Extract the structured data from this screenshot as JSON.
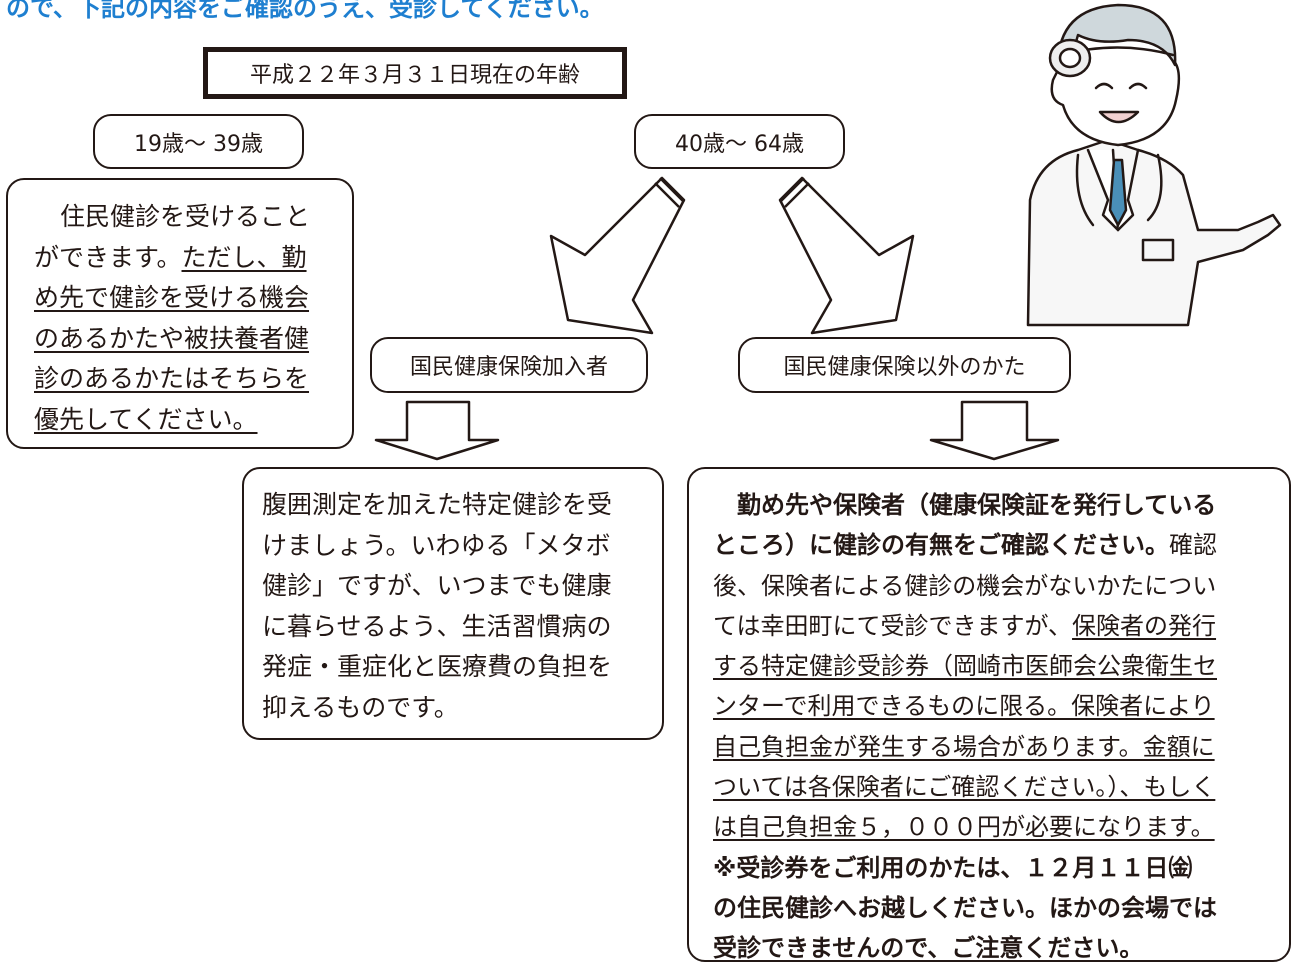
{
  "header": {
    "text": "ので、下記の内容をご確認のうえ、受診してください。"
  },
  "reference_date": "平成２２年３月３１日現在の年齢",
  "age_groups": {
    "young": "19歳～ 39歳",
    "senior": "40歳～ 64歳"
  },
  "young_note": {
    "l1": "住民健診を受けること",
    "l2a": "ができます。",
    "l2b": "ただし、勤",
    "l3": "め先で健診を受ける機会",
    "l4": "のあるかたや被扶養者健",
    "l5": "診のあるかたはそちらを",
    "l6": "優先してください。"
  },
  "categories": {
    "national": "国民健康保険加入者",
    "other": "国民健康保険以外のかた"
  },
  "national_note": {
    "l1": "腹囲測定を加えた特定健診を受",
    "l2": "けましょう。いわゆる「メタボ",
    "l3": "健診」ですが、いつまでも健康",
    "l4": "に暮らせるよう、生活習慣病の",
    "l5": "発症・重症化と医療費の負担を",
    "l6": "抑えるものです。"
  },
  "other_note": {
    "l1": "勤め先や保険者（健康保険証を発行している",
    "l2a": "ところ）に健診の有無をご確認ください。",
    "l2b": "確認",
    "l3": "後、保険者による健診の機会がないかたについ",
    "l4a": "ては幸田町にて受診できますが、",
    "l4b": "保険者の発行",
    "l5": "する特定健診受診券（岡崎市医師会公衆衛生セ",
    "l6": "ンターで利用できるものに限る。保険者により",
    "l7a": "自己負担金が発生",
    "l7b": "する場合があります。金額に",
    "l8": "ついては各保険者にご確認ください。）、もしく",
    "l9": "は自己負担金５，０００円が必要になります。",
    "l10": "※受診券をご利用のかたは、１２月１１日㈮",
    "l11": "の住民健診へお越しください。ほかの会場では",
    "l12": "受診できませんので、ご注意ください。"
  },
  "colors": {
    "header": "#1e7fd0",
    "ink": "#231815",
    "arrow_fill": "#d9d9d9"
  },
  "icons": {
    "doctor": "doctor-illustration"
  }
}
